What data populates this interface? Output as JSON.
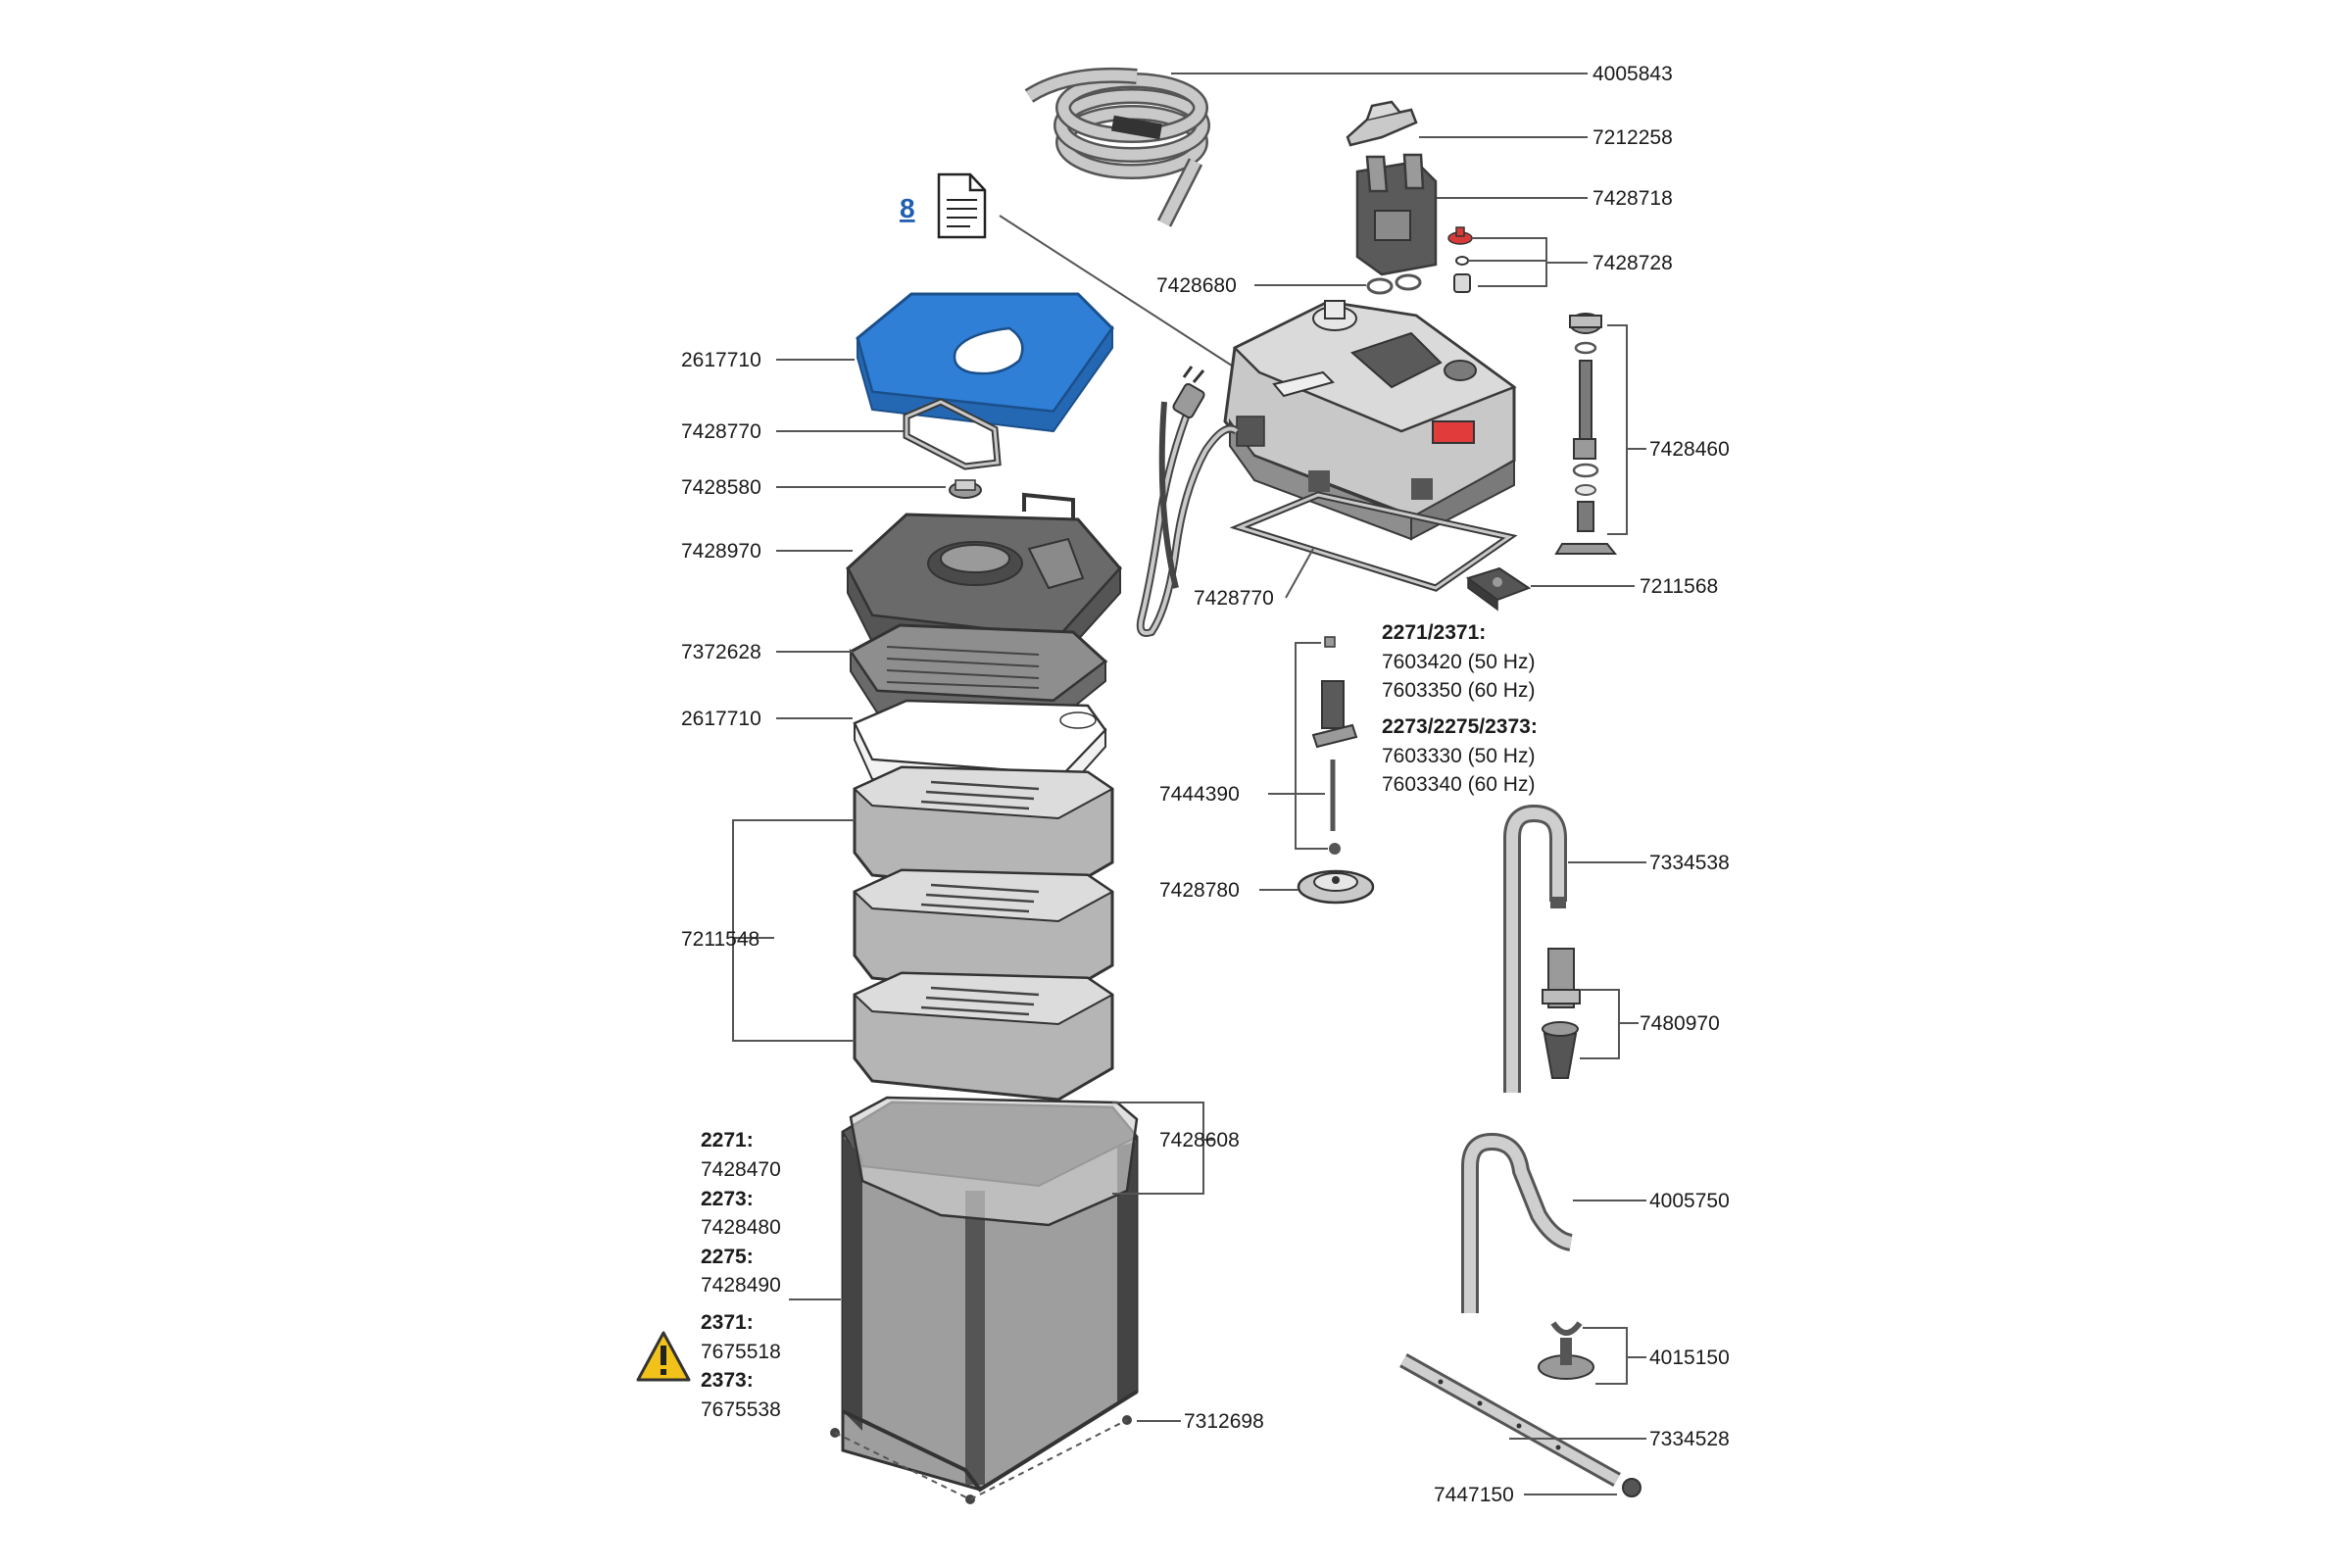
{
  "document_link": {
    "label": "8"
  },
  "parts": {
    "hose": "4005843",
    "clip": "7212258",
    "adapter": "7428718",
    "valve_set": "7428728",
    "o_ring_small": "7428680",
    "head_seal": "7428770",
    "lid_foam": "2617710",
    "lid_seal": "7428770",
    "vent_button": "7428580",
    "lid": "7428970",
    "prefilter_plate": "7372628",
    "white_pad": "2617710",
    "baskets": "7211548",
    "basket_frame": "7428608",
    "feet": "7312698",
    "priming_shaft": "7428460",
    "switch": "7211568",
    "impeller_shaft": "7444390",
    "impeller_cover": "7428780",
    "intake_pipe": "7334538",
    "intake_strainer": "7480970",
    "outlet_pipe": "4005750",
    "suction_cup": "4015150",
    "spray_bar": "7334528",
    "end_cap": "7447150"
  },
  "impeller_variants": {
    "group1_heading": "2271/2371:",
    "group1_line1": "7603420 (50 Hz)",
    "group1_line2": "7603350 (60 Hz)",
    "group2_heading": "2273/2275/2373:",
    "group2_line1": "7603330 (50 Hz)",
    "group2_line2": "7603340 (60 Hz)"
  },
  "canister_variants": [
    {
      "model": "2271:",
      "number": "7428470"
    },
    {
      "model": "2273:",
      "number": "7428480"
    },
    {
      "model": "2275:",
      "number": "7428490"
    },
    {
      "model": "2371:",
      "number": "7675518"
    },
    {
      "model": "2373:",
      "number": "7675538"
    }
  ],
  "colors": {
    "highlight": "#2f7fd6",
    "link": "#1f5fb0",
    "warning": "#f2c21b",
    "valve": "#d83a3a",
    "switch_red": "#e23b3b"
  },
  "icons": {
    "document": "document-icon",
    "warning": "warning-icon",
    "plug": "plug-icon"
  }
}
